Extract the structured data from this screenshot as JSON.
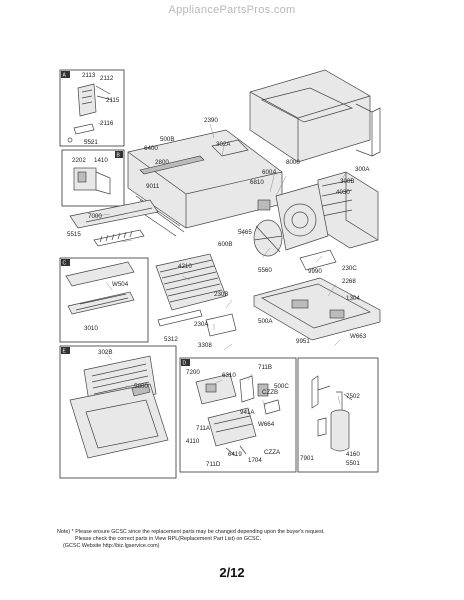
{
  "site": {
    "title": "AppliancePartsPros.com"
  },
  "boxes": {
    "box_a_tag": "A",
    "box_b_tag": "B",
    "box_c_tag": "C",
    "box_d_tag": "D",
    "box_e_tag": "E"
  },
  "labels": {
    "p2113": "2113",
    "p2112": "2112",
    "p2115": "2115",
    "p2116": "2116",
    "p5521": "5521",
    "p2202": "2202",
    "p1410": "1410",
    "p2390": "2390",
    "p500b": "500B",
    "p6400": "6400",
    "p2800": "2800",
    "p302a": "302A",
    "p8000": "8000",
    "p600a": "600A",
    "p6810": "6810",
    "p9011": "9011",
    "p300b": "300B",
    "p4030": "4030",
    "p300a": "300A",
    "p7000": "7000",
    "p5515": "5515",
    "p5465": "5465",
    "p600b": "600B",
    "p5560": "5560",
    "p4210": "4210",
    "p9990": "9990",
    "p230c": "230C",
    "p2268": "2268",
    "p1304": "1304",
    "pw504": "W504",
    "p230b": "230B",
    "p500a": "500A",
    "p3010": "3010",
    "p230a": "230A",
    "p9951": "9951",
    "pw663": "W663",
    "p5312": "5312",
    "p3308": "3308",
    "p302b": "302B",
    "p5800": "5800",
    "p7200": "7200",
    "p6310": "6310",
    "p711b": "711B",
    "pczzb": "CZZB",
    "p500c": "500C",
    "p7502": "7502",
    "p941a": "941A",
    "pw664": "W664",
    "p711a": "711A",
    "p4110": "4110",
    "p6419": "6419",
    "p1704": "1704",
    "pczza": "CZZA",
    "p7901": "7901",
    "p4160": "4160",
    "p5501": "5501",
    "p711d": "711D"
  },
  "note": {
    "line1": "Note) * Please ensure GCSC since the replacement parts may be changed depending upon the buyer's request.",
    "line2": "Please check  the correct parts in View RPL(Replacement Part List) on GCSC.",
    "line3": "(GCSC Website  http://biz.lgservice.com)"
  },
  "page": {
    "number": "2/12"
  }
}
